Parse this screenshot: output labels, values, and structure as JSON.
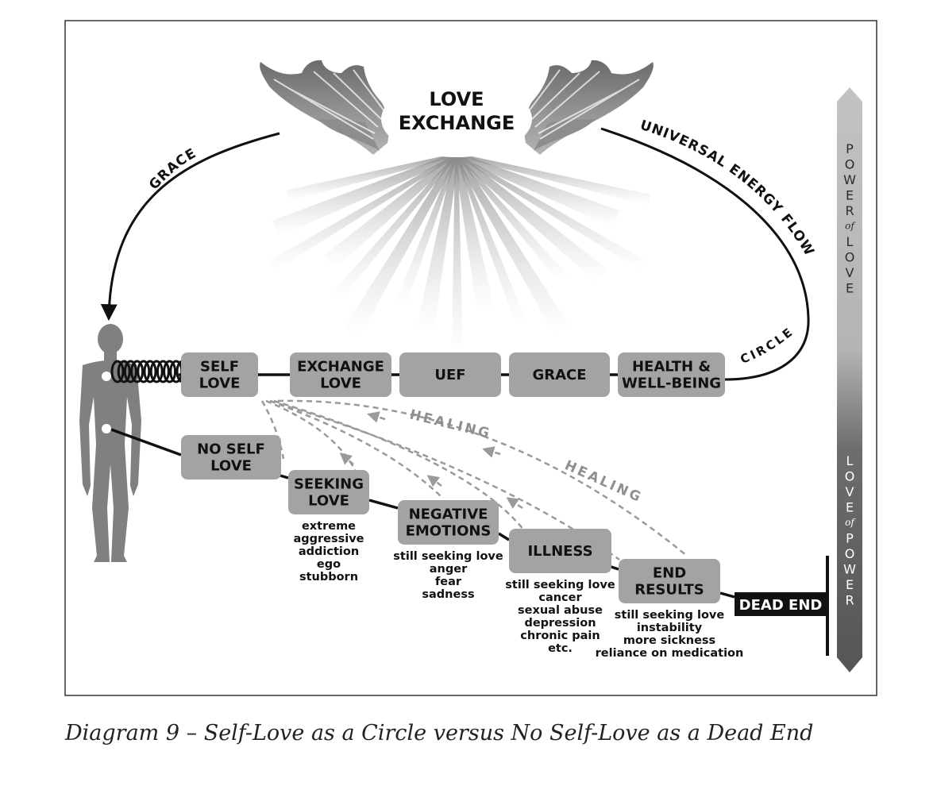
{
  "caption": "Diagram 9 – Self-Love as a Circle versus No Self-Love as a Dead End",
  "center": {
    "line1": "LOVE",
    "line2": "EXCHANGE"
  },
  "arc_labels": {
    "grace": "GRACE",
    "uef": "UNIVERSAL ENERGY FLOW",
    "circle": "CIRCLE"
  },
  "healing_labels": [
    "HEALING",
    "HEALING"
  ],
  "top_row": [
    {
      "lines": [
        "SELF",
        "LOVE"
      ]
    },
    {
      "lines": [
        "EXCHANGE",
        "LOVE"
      ]
    },
    {
      "lines": [
        "UEF"
      ]
    },
    {
      "lines": [
        "GRACE"
      ]
    },
    {
      "lines": [
        "HEALTH &",
        "WELL-BEING"
      ]
    }
  ],
  "bottom_row": [
    {
      "lines": [
        "NO SELF",
        "LOVE"
      ],
      "notes": []
    },
    {
      "lines": [
        "SEEKING",
        "LOVE"
      ],
      "notes": [
        "extreme",
        "aggressive",
        "addiction",
        "ego",
        "stubborn"
      ]
    },
    {
      "lines": [
        "NEGATIVE",
        "EMOTIONS"
      ],
      "notes": [
        "still seeking love",
        "anger",
        "fear",
        "sadness"
      ]
    },
    {
      "lines": [
        "ILLNESS"
      ],
      "notes": [
        "still seeking love",
        "cancer",
        "sexual abuse",
        "depression",
        "chronic pain",
        "etc."
      ]
    },
    {
      "lines": [
        "END",
        "RESULTS"
      ],
      "notes": [
        "still seeking love",
        "instability",
        "more sickness",
        "reliance on medication"
      ]
    }
  ],
  "dead_end": "DEAD END",
  "scale": {
    "top": {
      "word1": "POWER",
      "of": "of",
      "word2": "LOVE"
    },
    "bottom": {
      "word1": "LOVE",
      "of": "of",
      "word2": "POWER"
    }
  },
  "colors": {
    "box": "#a3a3a3",
    "arrow": "#111111",
    "healing": "#9a9a9a",
    "dead_end_bg": "#111111"
  }
}
